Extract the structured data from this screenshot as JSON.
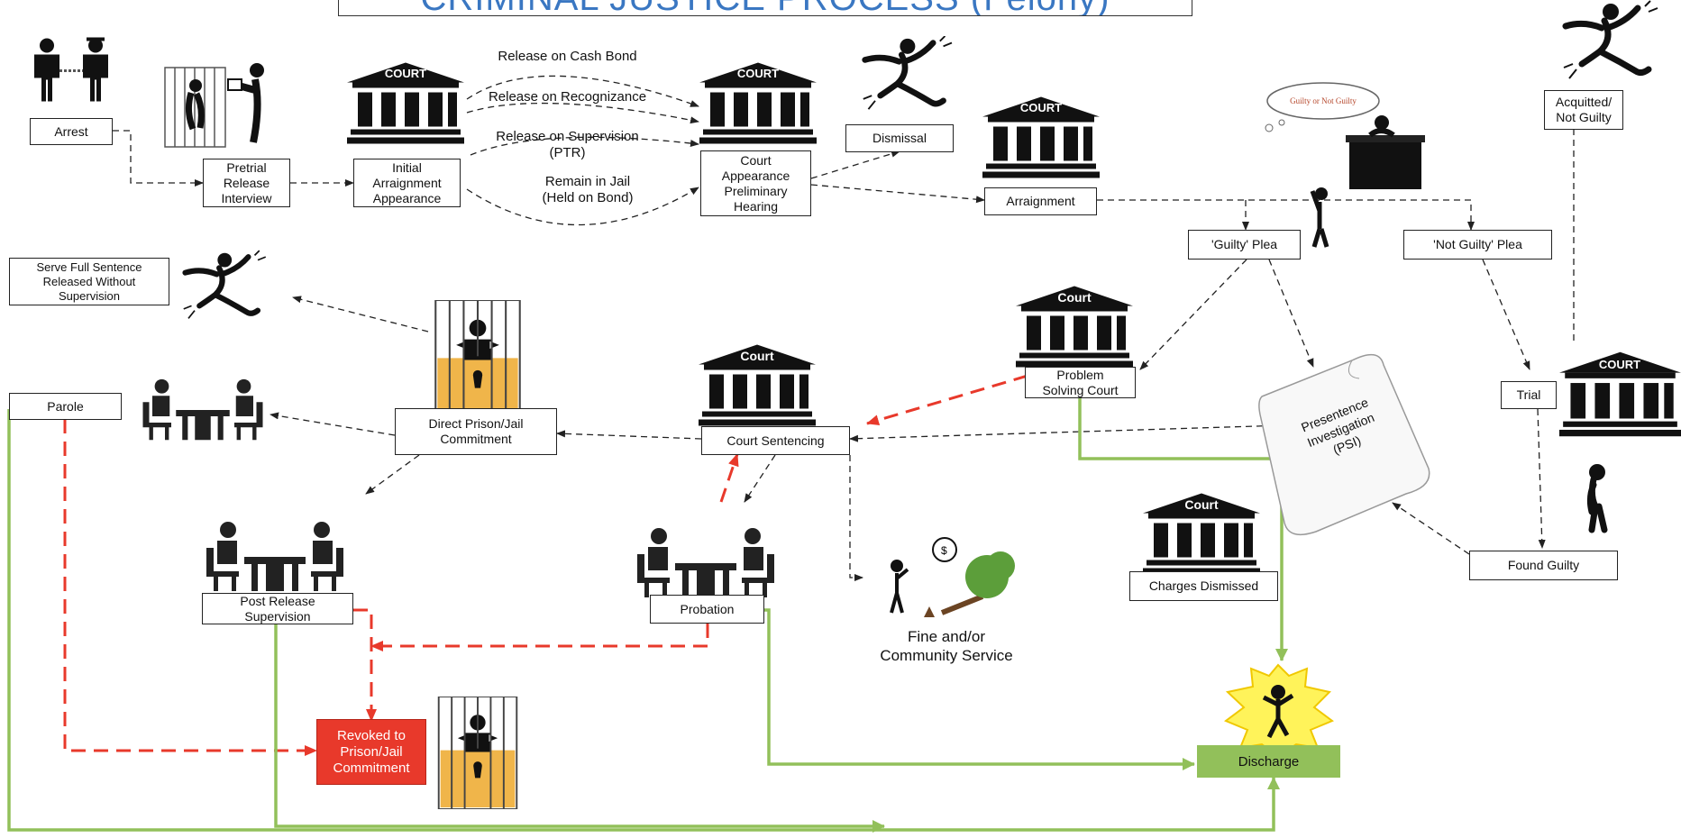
{
  "title": "CRIMINAL JUSTICE PROCESS (Felony)",
  "nodes": {
    "arrest": "Arrest",
    "pretrial": "Pretrial\nRelease\nInterview",
    "initial_arraignment": "Initial\nArraignment\nAppearance",
    "court_appearance": "Court\nAppearance\nPreliminary\nHearing",
    "dismissal": "Dismissal",
    "arraignment": "Arraignment",
    "guilty_plea": "'Guilty' Plea",
    "not_guilty_plea": "'Not Guilty' Plea",
    "acquitted": "Acquitted/\nNot Guilty",
    "trial": "Trial",
    "found_guilty": "Found Guilty",
    "psi": "Presentence\nInvestigation\n(PSI)",
    "problem_solving": "Problem\nSolving Court",
    "court_sentencing": "Court Sentencing",
    "direct_prison": "Direct Prison/Jail\nCommitment",
    "serve_full": "Serve Full Sentence\nReleased Without\nSupervision",
    "parole": "Parole",
    "post_release": "Post Release\nSupervision",
    "probation": "Probation",
    "fine": "Fine and/or\nCommunity Service",
    "charges_dismissed": "Charges Dismissed",
    "revoked": "Revoked to\nPrison/Jail\nCommitment",
    "discharge": "Discharge"
  },
  "edge_labels": {
    "cash_bond": "Release on Cash Bond",
    "recognizance": "Release on Recognizance",
    "supervision": "Release on Supervision\n(PTR)",
    "remain_jail": "Remain in Jail\n(Held on Bond)"
  },
  "icon_labels": {
    "court": "COURT",
    "court_alt": "Court",
    "thought": "Guilty or Not Guilty"
  },
  "colors": {
    "title": "#3a77c2",
    "flow": "#222222",
    "revocation": "#e8392b",
    "discharge": "#92c05a",
    "gold": "#f0b54a"
  }
}
